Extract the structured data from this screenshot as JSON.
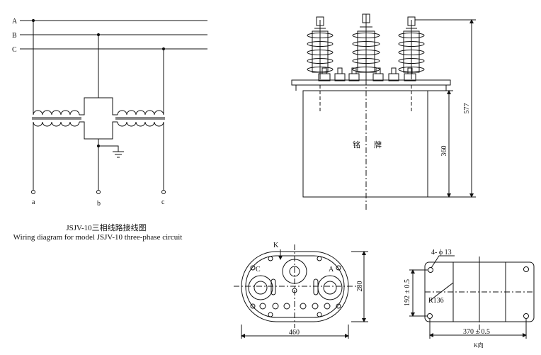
{
  "wiring": {
    "phase_A": "A",
    "phase_B": "B",
    "phase_C": "C",
    "out_a": "a",
    "out_b": "b",
    "out_c": "c",
    "caption_cn": "JSJV-10三相线路接线图",
    "caption_en": "Wiring diagram for model JSJV-10 three-phase circuit"
  },
  "front_view": {
    "nameplate_1": "铭",
    "nameplate_2": "牌",
    "dim_height_total": "577",
    "dim_height_tank": "360"
  },
  "top_view": {
    "mark_K": "K",
    "mark_C": "C",
    "mark_A": "A",
    "dim_width": "460",
    "dim_depth": "280"
  },
  "base_view": {
    "holes": "4- ϕ 13",
    "radius": "R136",
    "dim_depth": "192 ± 0.5",
    "dim_width": "370 ± 0.5",
    "view_dir": "K向"
  },
  "colors": {
    "line": "#111111",
    "background": "#ffffff"
  }
}
